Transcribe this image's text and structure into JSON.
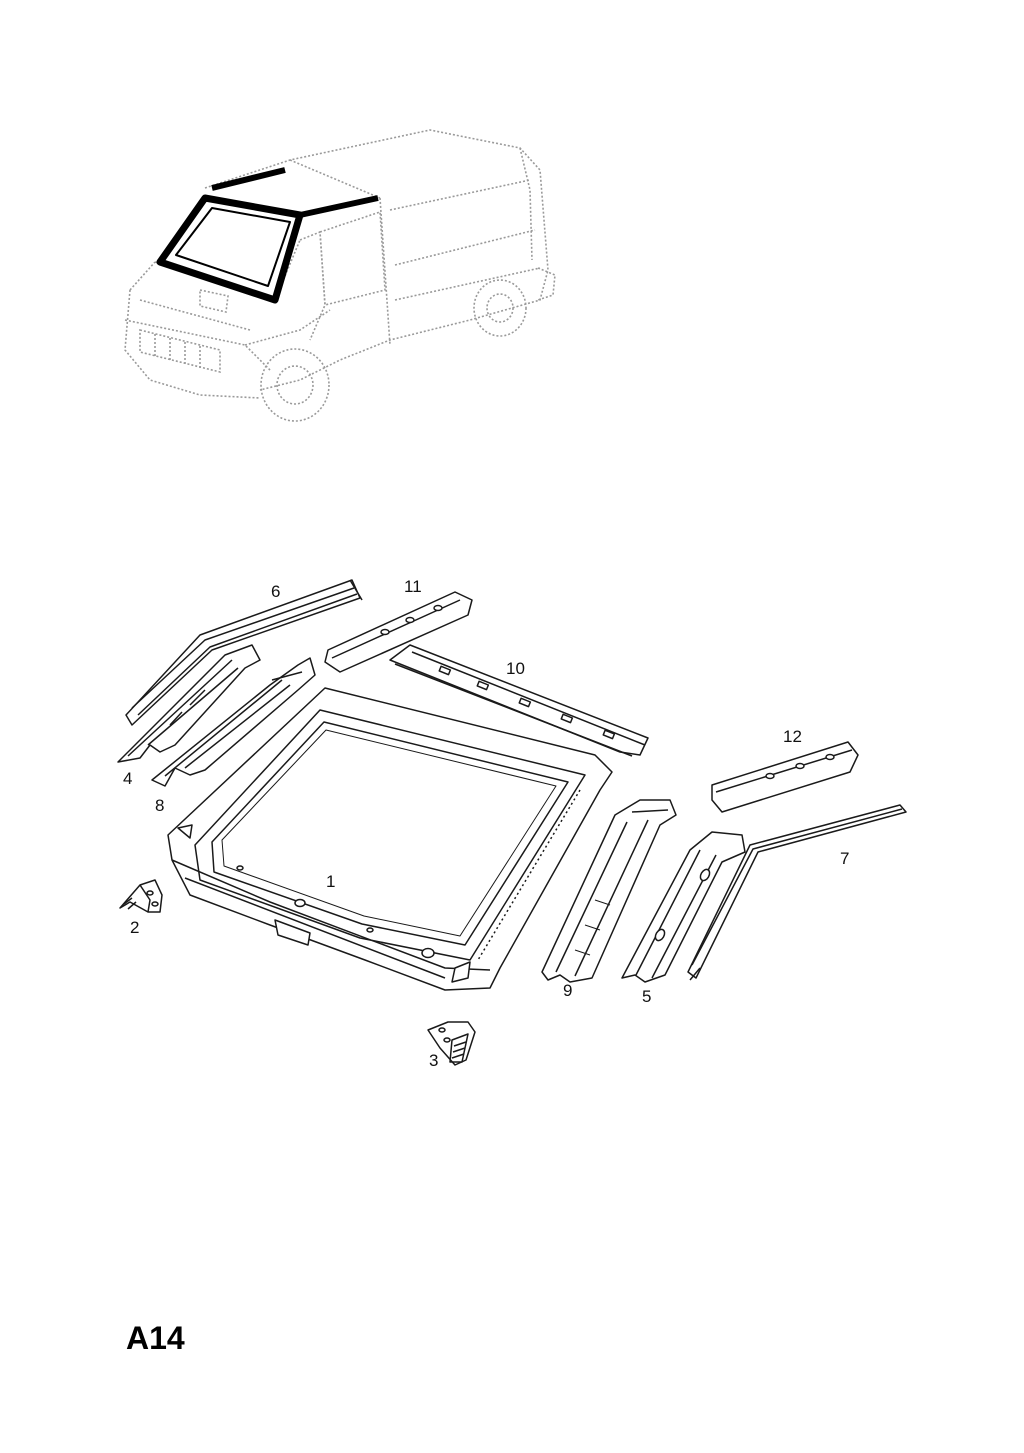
{
  "page_code": "A14",
  "callouts": [
    "1",
    "2",
    "3",
    "4",
    "5",
    "6",
    "7",
    "8",
    "9",
    "10",
    "11",
    "12"
  ],
  "colors": {
    "line": "#1a1a1a",
    "dotted_outline": "#9a9a9a",
    "highlight": "#000000",
    "background": "#ffffff"
  }
}
